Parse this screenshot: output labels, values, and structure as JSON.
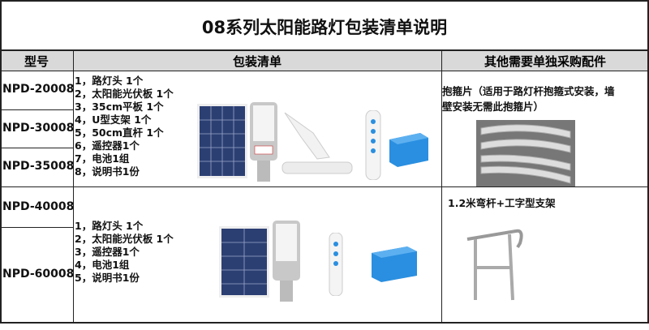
{
  "title": "08系列太阳能路灯包装清单说明",
  "headers": {
    "model": "型号",
    "packing": "包装清单",
    "extra": "其他需要单独采购配件"
  },
  "group1": {
    "models": [
      "NPD-20008",
      "NPD-30008",
      "NPD-35008"
    ],
    "items": [
      "1，路灯头 1个",
      "2，太阳能光伏板  1个",
      "3，35cm平板 1个",
      "4，U型支架 1个",
      "5，50cm直杆 1个",
      "6，遥控器1个",
      "7，电池1组",
      "8，说明书1份"
    ],
    "accessory_lines": [
      "抱箍片（适用于路灯杆抱箍式安装，墙",
      "壁安装无需此抱箍片）"
    ]
  },
  "group2": {
    "models": [
      "NPD-40008",
      "NPD-60008"
    ],
    "items": [
      "1，路灯头 1个",
      "2，太阳能光伏板  1个",
      "3，遥控器1个",
      "4，电池1组",
      "5，说明书1份"
    ],
    "accessory": "1.2米弯杆+工字型支架"
  },
  "colors": {
    "header_bg": "#d9d9d9",
    "border": "#222222",
    "battery": "#2a8fe0",
    "panel": "#2c3f73"
  }
}
